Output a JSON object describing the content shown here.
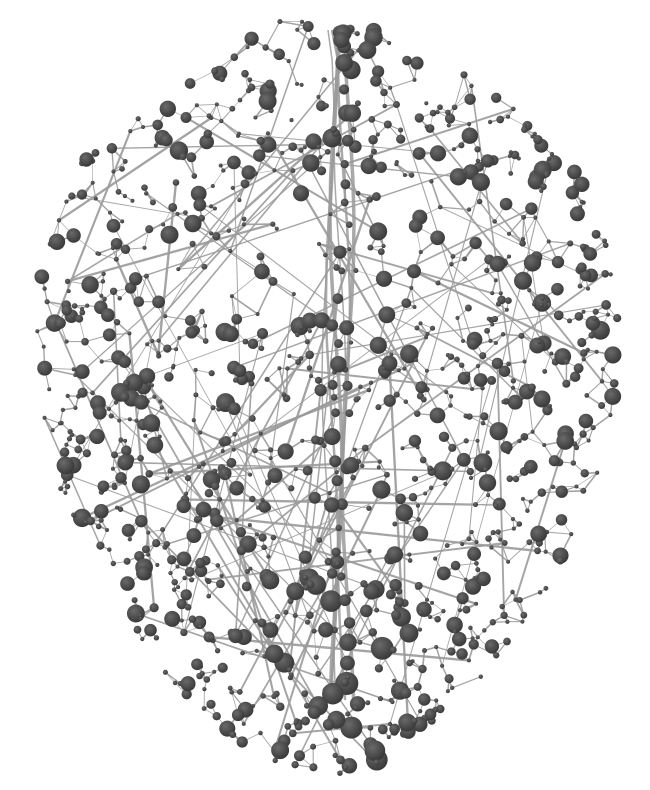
{
  "figure": {
    "kind": "brain-connectivity-network",
    "view": "axial-top-down",
    "hemispheres": 2,
    "node_color": "#3a3a3a",
    "node_highlight_color": "#6a6a6a",
    "edge_color": "#9a9a9a",
    "background_color": "#ffffff"
  }
}
